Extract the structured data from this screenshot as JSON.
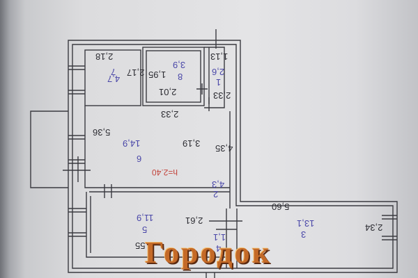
{
  "plan": {
    "height_note": "h=2.40",
    "room_top_small": {
      "number": "8",
      "area": "3,9",
      "w": "2,01",
      "h": "1,95"
    },
    "room_corridor_small": {
      "number": "7",
      "area": "4,7",
      "w": "2,18",
      "h": "2,17"
    },
    "room_main": {
      "number": "6",
      "area": "14,9",
      "w": "5,36",
      "h": "3,19",
      "extra": "2,33"
    },
    "room_bath": {
      "number": "1",
      "area": "2,6",
      "w": "1,13",
      "h": "2,33"
    },
    "room_hall": {
      "number": "2",
      "area": "4,3",
      "w": "4,35"
    },
    "room_bottom_left": {
      "number": "5",
      "area": "11,9",
      "w": "2,61",
      "h": "55"
    },
    "room_bottom_right": {
      "number": "3",
      "area": "13,1",
      "w": "5,60",
      "h": "2,34"
    },
    "room_small_bottom": {
      "number": "4",
      "area": "1,1"
    }
  },
  "watermark": "Городок"
}
